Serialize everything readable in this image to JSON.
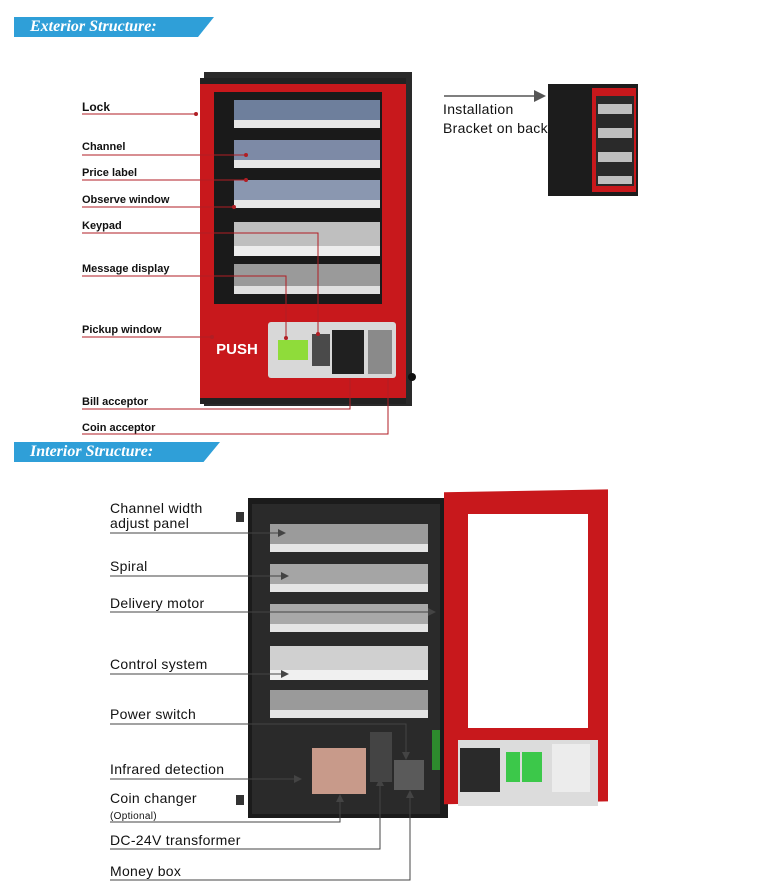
{
  "sections": {
    "exterior_title": "Exterior Structure:",
    "interior_title": "Interior Structure:"
  },
  "exterior_labels": {
    "lock": "Lock",
    "channel": "Channel",
    "price_label": "Price label",
    "observe_window": "Observe window",
    "keypad": "Keypad",
    "message_display": "Message display",
    "pickup_window": "Pickup window",
    "bill_acceptor": "Bill acceptor",
    "coin_acceptor": "Coin acceptor"
  },
  "installation": {
    "line1": "Installation",
    "line2": "Bracket on back"
  },
  "machine": {
    "push_label": "PUSH"
  },
  "interior_labels": {
    "channel_width_line1": "Channel width",
    "channel_width_line2": "adjust panel",
    "spiral": "Spiral",
    "delivery_motor": "Delivery motor",
    "control_system": "Control system",
    "power_switch": "Power switch",
    "infrared_detection": "Infrared detection",
    "coin_changer": "Coin changer",
    "coin_changer_note": "(Optional)",
    "transformer": "DC-24V transformer",
    "money_box": "Money box"
  },
  "colors": {
    "banner": "#2f9fd8",
    "cabinet_red": "#c8181c",
    "leader_red": "#b01e24"
  }
}
